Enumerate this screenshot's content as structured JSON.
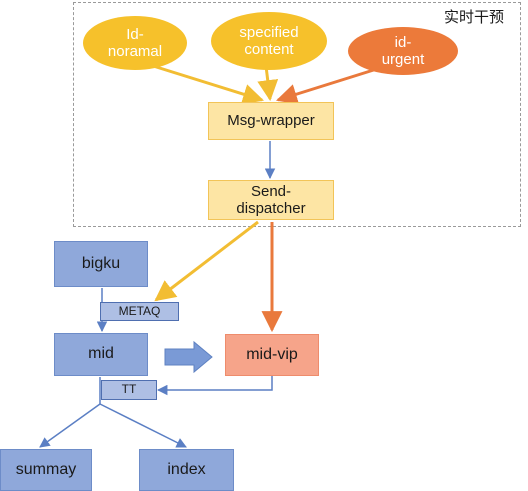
{
  "region": {
    "label": "实时干预"
  },
  "nodes": {
    "id_normal": "Id-\nnoramal",
    "specified_content": "specified\ncontent",
    "id_urgent": "id-\nurgent",
    "msg_wrapper": "Msg-wrapper",
    "send_dispatcher": "Send-\ndispatcher",
    "bigku": "bigku",
    "metaq": "METAQ",
    "mid": "mid",
    "mid_vip": "mid-vip",
    "tt": "TT",
    "summay": "summay",
    "index": "index"
  },
  "colors": {
    "yellow_arrow": "#f2bd33",
    "orange_arrow": "#e9793c",
    "blue_arrow": "#5b7fc4",
    "block_arrow": "#7a9ad6"
  }
}
